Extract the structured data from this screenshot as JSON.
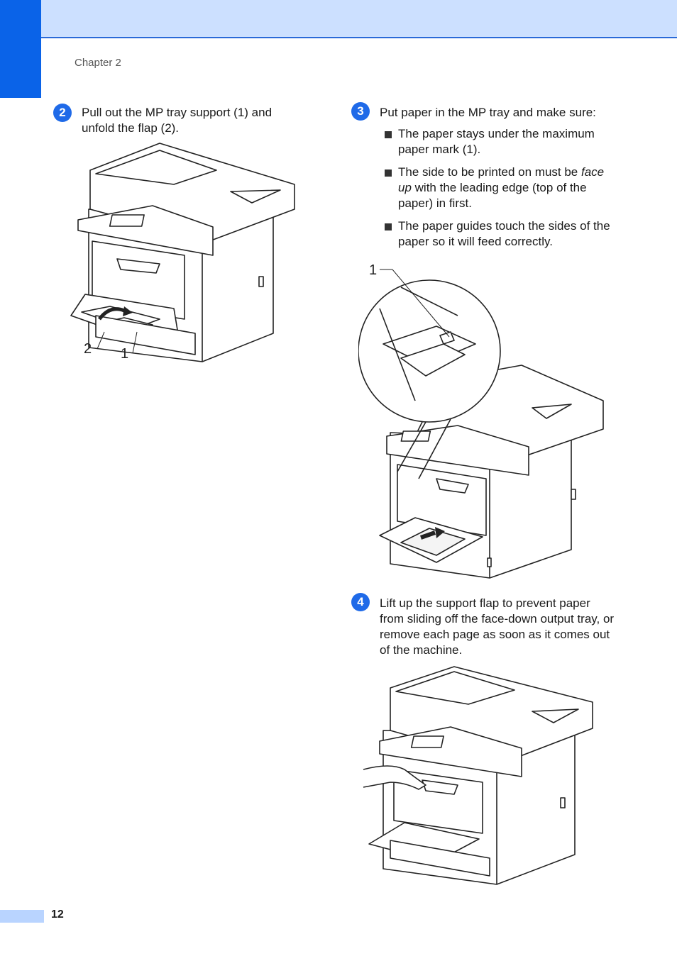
{
  "header": {
    "chapter_label": "Chapter 2"
  },
  "steps": [
    {
      "number": "2",
      "text": "Pull out the MP tray support (1) and unfold the flap (2).",
      "callouts": [
        "2",
        "1"
      ]
    },
    {
      "number": "3",
      "text": "Put paper in the MP tray and make sure:",
      "bullets": [
        {
          "text": "The paper stays under the maximum paper mark (1)."
        },
        {
          "pre": "The side to be printed on must be ",
          "em": "face up",
          "post": " with the leading edge (top of the paper) in first."
        },
        {
          "text": "The paper guides touch the sides of the paper so it will feed correctly."
        }
      ],
      "callouts": [
        "1"
      ]
    },
    {
      "number": "4",
      "text": "Lift up the support flap to prevent paper from sliding off the face-down output tray, or remove each page as soon as it comes out of the machine."
    }
  ],
  "footer": {
    "page_number": "12"
  },
  "colors": {
    "accent": "#0a63e8",
    "band": "#cce0ff",
    "badge": "#1f6ae8"
  }
}
